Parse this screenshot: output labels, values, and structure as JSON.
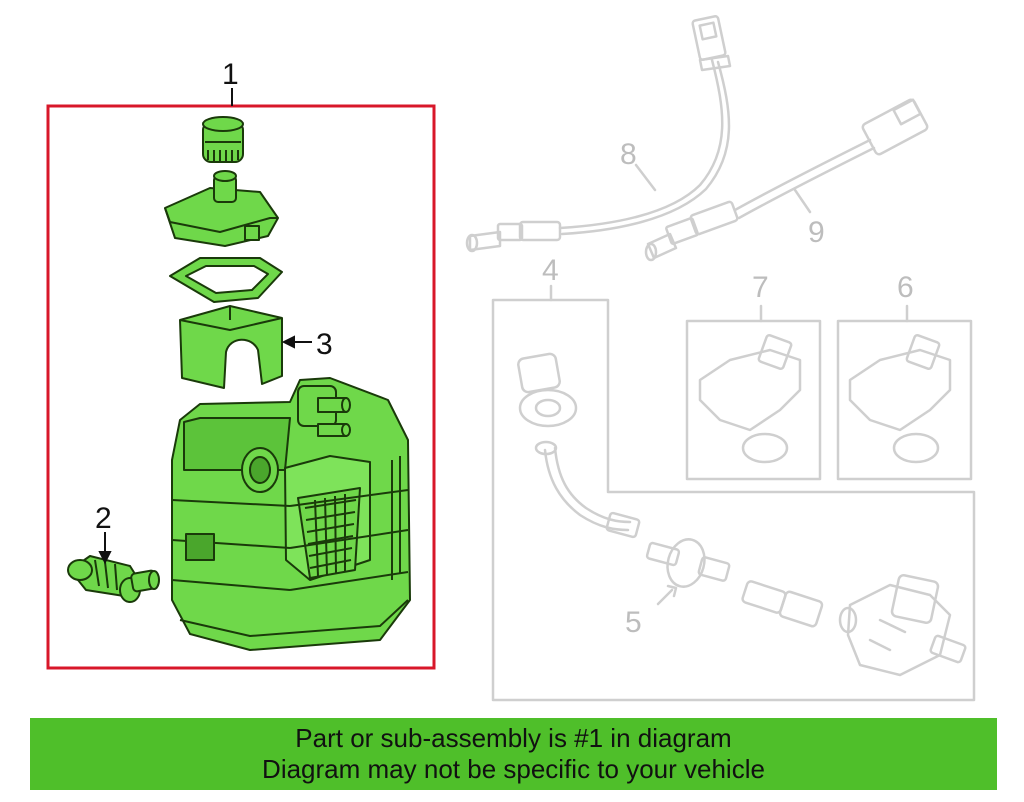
{
  "diagram": {
    "callouts": {
      "c1": "1",
      "c2": "2",
      "c3": "3",
      "c4": "4",
      "c5": "5",
      "c6": "6",
      "c7": "7",
      "c8": "8",
      "c9": "9"
    },
    "highlighted_part": "1"
  },
  "banner": {
    "line1": "Part or sub-assembly is #1 in diagram",
    "line2": "Diagram may not be specific to your vehicle"
  },
  "colors": {
    "highlight_fill": "#6fd84a",
    "highlight_stroke": "#1a3a0a",
    "selection_box": "#d8172a",
    "ghost_stroke": "#cfcfcf",
    "banner_bg": "#4fbf2a"
  }
}
